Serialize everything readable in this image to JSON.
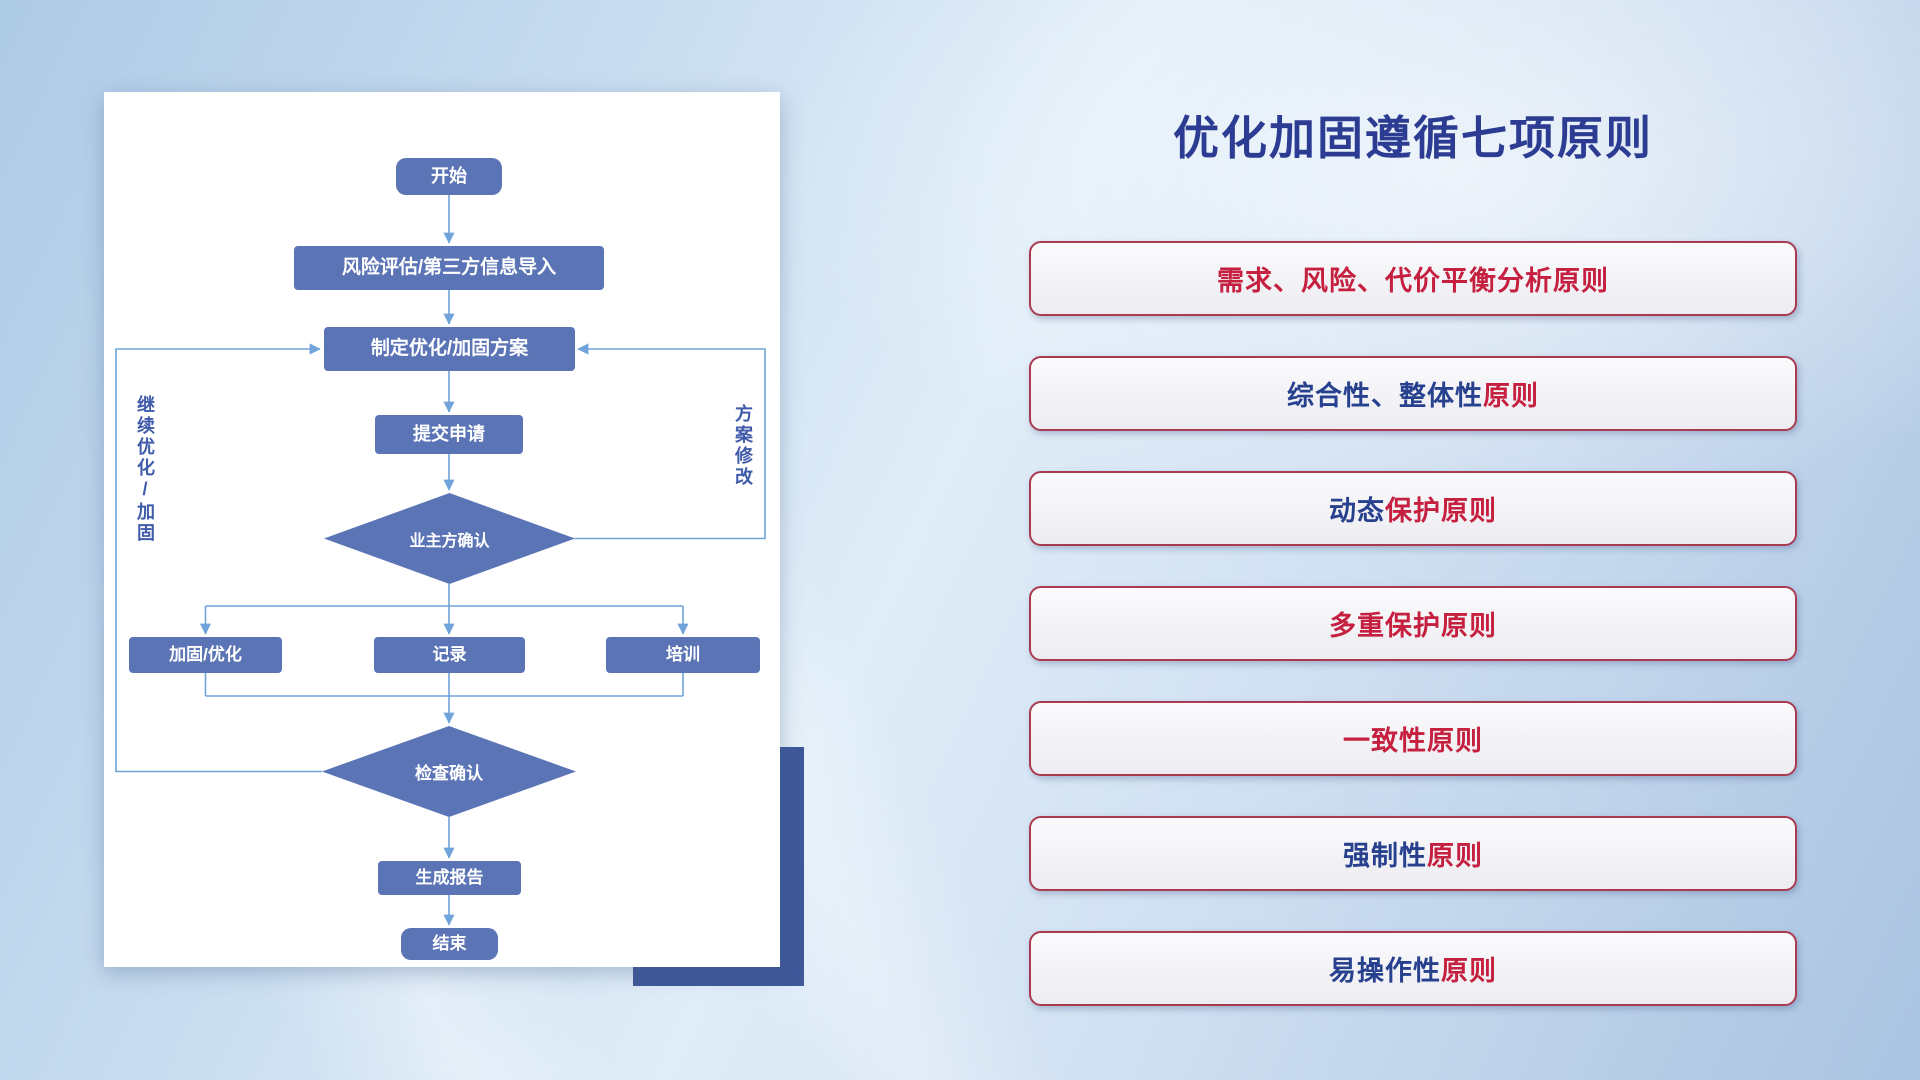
{
  "slide": {
    "title": "优化加固遵循七项原则"
  },
  "flowchart": {
    "nodes": {
      "start": "开始",
      "risk": "风险评估/第三方信息导入",
      "plan": "制定优化/加固方案",
      "submit": "提交申请",
      "owner_confirm": "业主方确认",
      "harden": "加固/优化",
      "record": "记录",
      "training": "培训",
      "check_confirm": "检查确认",
      "report": "生成报告",
      "end": "结束"
    },
    "edge_labels": {
      "left": "继续优化/加固",
      "right": "方案修改"
    }
  },
  "principles": {
    "items": [
      {
        "blue": "",
        "red": "需求、风险、代价平衡分析原则"
      },
      {
        "blue": "综合性、整体性",
        "red": "原则"
      },
      {
        "blue": "动态",
        "red": "保护原则"
      },
      {
        "blue": "",
        "red": "多重保护原则"
      },
      {
        "blue": "",
        "red": "一致性原则"
      },
      {
        "blue": "强制性",
        "red": "原则"
      },
      {
        "blue": "易操作性",
        "red": "原则"
      }
    ]
  },
  "colors": {
    "node_fill": "#5b74b6",
    "connector": "#6fa3d9",
    "accent_rect": "#3e5899",
    "title": "#2c3c92",
    "principle_navy": "#27418f",
    "principle_red": "#c5203f",
    "principle_border": "#a93a50"
  }
}
